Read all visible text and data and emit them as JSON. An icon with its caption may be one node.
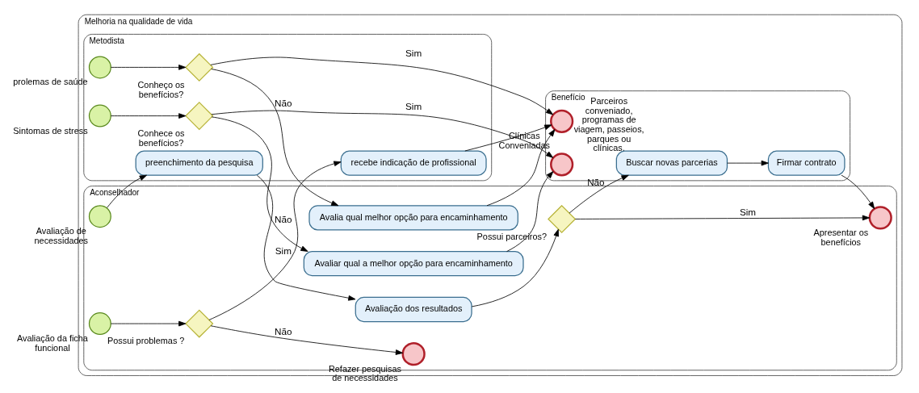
{
  "diagram": {
    "nodes": [
      {
        "text": [
          "Melhoria na qualidade de vida"
        ]
      },
      {
        "text": [
          "Metodista"
        ],
        "in": 0
      },
      {
        "text": [
          "Aconselhador"
        ],
        "in": 0
      },
      {
        "text": [
          "Benefício"
        ],
        "in": 0
      },
      {
        "text": [],
        "shape": "circle",
        "beside": [
          "prolemas de saúde"
        ],
        "in": 1
      },
      {
        "text": [],
        "shape": "diamond",
        "beside": [
          "Conheço os benefícios?"
        ],
        "in": 1
      },
      {
        "text": [
          "recebe indicação de profissional"
        ],
        "in": 1
      },
      {
        "text": [
          "preenchimento da pesquisa"
        ],
        "in": 1
      },
      {
        "text": [],
        "shape": "circle",
        "beside": [
          "Sintomas de stress"
        ],
        "in": 1
      },
      {
        "text": [],
        "shape": "diamond",
        "beside": [
          "Conhece os benefícios?"
        ],
        "in": 1
      },
      {
        "text": [
          "Avalia qual melhor opção para encaminhamento"
        ],
        "in": 2
      },
      {
        "text": [],
        "shape": "circle",
        "beside": [
          "Avaliação da ficha funcional"
        ],
        "in": 2
      },
      {
        "text": [],
        "shape": "diamond",
        "beside": [
          "Possui problemas ?"
        ],
        "in": 2
      },
      {
        "text": [],
        "shape": "circle",
        "beside": [
          "Refazer pesquisas de necessidades"
        ],
        "in": 2
      },
      {
        "text": [],
        "shape": "circle",
        "beside": [
          "Avaliação de necessidades"
        ],
        "in": 2
      },
      {
        "text": [
          "Avaliação dos resultados"
        ],
        "in": 2
      },
      {
        "text": [],
        "shape": "diamond",
        "beside": [
          "Possui parceiros?"
        ],
        "in": 2
      },
      {
        "text": [],
        "shape": "circle",
        "beside": [
          "Apresentar os benefícios"
        ],
        "in": 2
      },
      {
        "text": [
          "Avaliar qual a melhor opção para encaminhamento"
        ],
        "in": 2
      },
      {
        "text": [],
        "shape": "circle",
        "beside": [
          "Clínicas Conveniadas"
        ],
        "in": 3
      },
      {
        "text": [
          "Buscar novas parcerias"
        ],
        "in": 3
      },
      {
        "text": [
          "Firmar contrato"
        ],
        "in": 3
      },
      {
        "text": [],
        "shape": "circle",
        "beside": [
          "Parceiros conveniado, programas de viagem, passeios, parques ou clínicas."
        ],
        "in": 3
      }
    ],
    "edges": [
      {
        "from": 4,
        "to": 5,
        "arrow": "to"
      },
      {
        "from": 5,
        "to": 19,
        "arrow": "to",
        "label": "Sim"
      },
      {
        "from": 5,
        "to": 10,
        "arrow": "to",
        "label": "Não"
      },
      {
        "from": 10,
        "to": 19,
        "arrow": "to"
      },
      {
        "from": 6,
        "to": 19,
        "arrow": "to"
      },
      {
        "from": 11,
        "to": 12,
        "arrow": "to"
      },
      {
        "from": 12,
        "to": 6,
        "arrow": "to",
        "label": "Sim"
      },
      {
        "from": 12,
        "to": 13,
        "arrow": "to",
        "label": "Não"
      },
      {
        "from": 14,
        "to": 7,
        "arrow": "to"
      },
      {
        "from": 7,
        "to": 15,
        "arrow": "to"
      },
      {
        "from": 15,
        "to": 16,
        "arrow": "to"
      },
      {
        "from": 16,
        "to": 20,
        "arrow": "to",
        "label": "Não"
      },
      {
        "from": 16,
        "to": 17,
        "arrow": "to",
        "label": "Sim"
      },
      {
        "from": 20,
        "to": 21,
        "arrow": "to"
      },
      {
        "from": 21,
        "to": 17,
        "arrow": "to"
      },
      {
        "from": 8,
        "to": 9,
        "arrow": "to"
      },
      {
        "from": 9,
        "to": 18,
        "arrow": "to",
        "label": "Não"
      },
      {
        "from": 9,
        "to": 22,
        "arrow": "to",
        "label": "Sim"
      },
      {
        "from": 18,
        "to": 22,
        "arrow": "to"
      }
    ]
  }
}
